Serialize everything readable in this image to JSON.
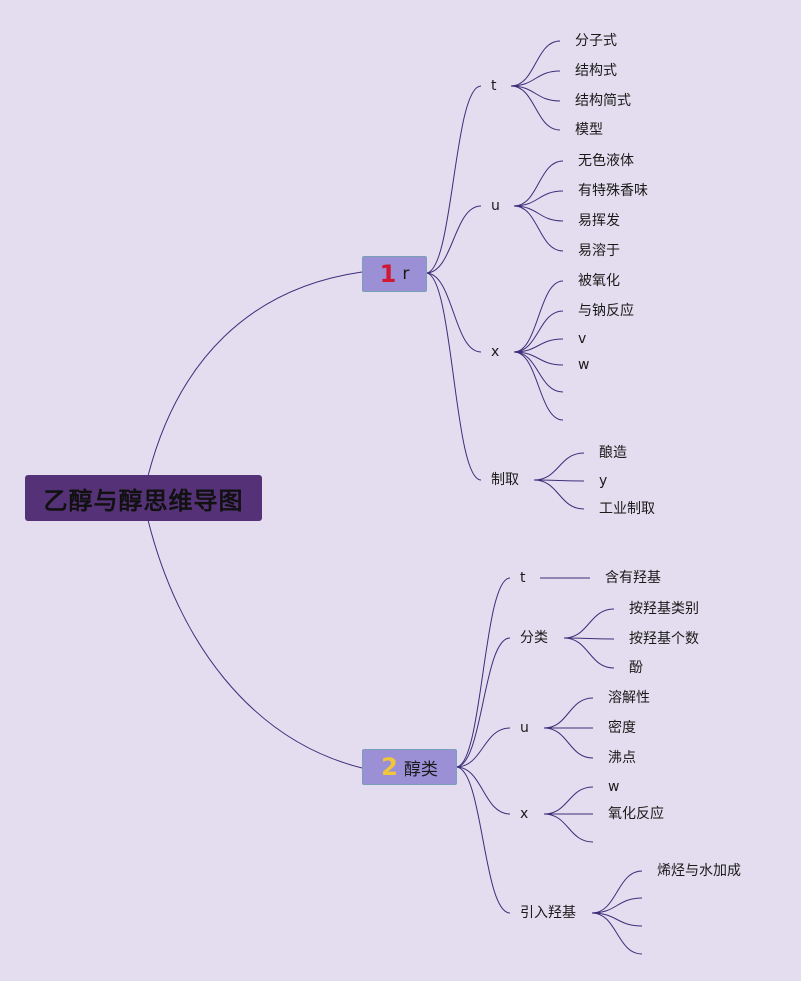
{
  "title": "乙醇与醇思维导图",
  "colors": {
    "background": "#e4ddef",
    "root_fill": "#553278",
    "branch_fill": "#9b8fd6",
    "line": "#3d2f7a",
    "number1": "#d01830",
    "number2": "#f2c63a"
  },
  "branch1": {
    "number": "1",
    "label": "r",
    "groups": [
      {
        "label": "t",
        "items": [
          "分子式",
          "结构式",
          "结构简式",
          "模型"
        ]
      },
      {
        "label": "u",
        "items": [
          "无色液体",
          "有特殊香味",
          "易挥发",
          "易溶于"
        ]
      },
      {
        "label": "x",
        "items": [
          "被氧化",
          "与钠反应",
          "v",
          "w",
          "",
          ""
        ]
      },
      {
        "label": "制取",
        "items": [
          "酿造",
          "y",
          "工业制取"
        ]
      }
    ]
  },
  "branch2": {
    "number": "2",
    "label": "醇类",
    "groups": [
      {
        "label": "t",
        "items": [
          "含有羟基"
        ]
      },
      {
        "label": "分类",
        "items": [
          "按羟基类别",
          "按羟基个数",
          "酚"
        ]
      },
      {
        "label": "u",
        "items": [
          "溶解性",
          "密度",
          "沸点"
        ]
      },
      {
        "label": "x",
        "items": [
          "w",
          "氧化反应",
          ""
        ]
      },
      {
        "label": "引入羟基",
        "items": [
          "烯烃与水加成",
          "",
          ""
        ]
      }
    ]
  }
}
